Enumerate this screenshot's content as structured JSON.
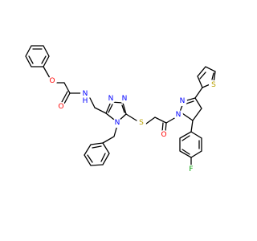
{
  "atoms": {
    "o_ether": "O",
    "o_amide": "O",
    "n_amide_h": "N",
    "h_amide": "H",
    "n_tri_1": "N",
    "n_tri_2": "N",
    "n_tri_4": "N",
    "s_thioether": "S",
    "o_ketone": "O",
    "n_pyraz_1": "N",
    "n_pyraz_2": "N",
    "s_thiophene": "S",
    "f_fluoro": "F"
  },
  "colors": {
    "bond": "#000000",
    "oxygen": "#ff0000",
    "nitrogen": "#0000ff",
    "sulfur": "#b8a000",
    "fluorine": "#00a000"
  }
}
